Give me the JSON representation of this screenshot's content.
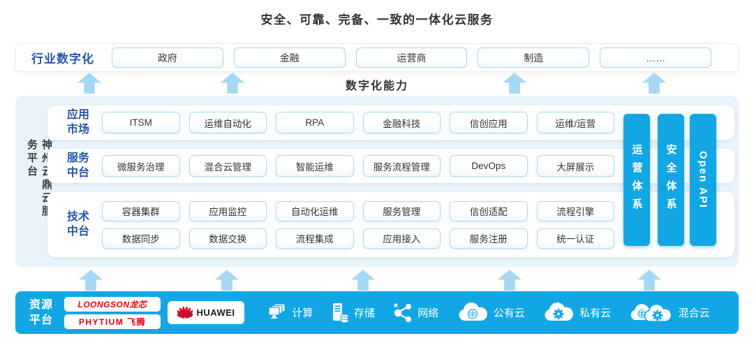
{
  "title": "安全、可靠、完备、一致的一体化云服务",
  "industry": {
    "label": "行业数字化",
    "sectors": [
      "政府",
      "金融",
      "运营商",
      "制造",
      "……"
    ]
  },
  "capability_label": "数字化能力",
  "platform": {
    "side_label": "神州云鼎云服务平台",
    "rows": [
      {
        "label_top": "应用",
        "label_bottom": "市场",
        "lines": [
          [
            "ITSM",
            "运维自动化",
            "RPA",
            "金融科技",
            "信创应用",
            "运维/运营"
          ]
        ]
      },
      {
        "label_top": "服务",
        "label_bottom": "中台",
        "lines": [
          [
            "微服务治理",
            "混合云管理",
            "智能运维",
            "服务流程管理",
            "DevOps",
            "大屏展示"
          ]
        ]
      },
      {
        "label_top": "技术",
        "label_bottom": "中台",
        "lines": [
          [
            "容器集群",
            "应用监控",
            "自动化运维",
            "服务管理",
            "信创适配",
            "流程引擎"
          ],
          [
            "数据同步",
            "数据交换",
            "流程集成",
            "应用接入",
            "服务注册",
            "统一认证"
          ]
        ]
      }
    ],
    "pillars": [
      "运营体系",
      "安全体系",
      "Open API"
    ]
  },
  "resources": {
    "label_top": "资源",
    "label_bottom": "平台",
    "vendors": {
      "loongson": "LOONGSON龙芯",
      "phytium": "PHYTIUM 飞腾",
      "huawei": "HUAWEI"
    },
    "items": [
      {
        "icon": "compute-icon",
        "label": "计算"
      },
      {
        "icon": "storage-icon",
        "label": "存储"
      },
      {
        "icon": "network-icon",
        "label": "网络"
      },
      {
        "icon": "public-cloud-icon",
        "label": "公有云"
      },
      {
        "icon": "private-cloud-icon",
        "label": "私有云"
      },
      {
        "icon": "hybrid-cloud-icon",
        "label": "混合云"
      }
    ]
  },
  "colors": {
    "accent_blue": "#12A7E4",
    "arrow_blue": "#A6D8F3",
    "panel_bg": "#E9F3FA",
    "chip_border": "#AFD9F2",
    "label_blue": "#2457A9",
    "text_dark": "#333333",
    "loongson_red": "#E60012",
    "huawei_red": "#CE0E2D"
  }
}
